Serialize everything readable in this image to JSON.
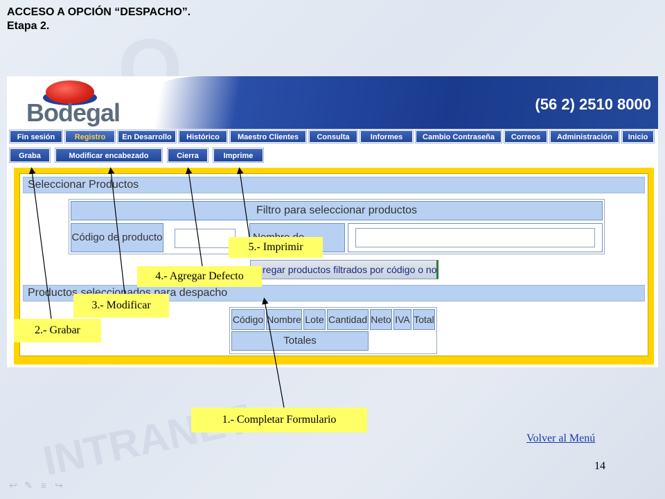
{
  "slide": {
    "title_line1": "ACCESO A OPCIÓN “DESPACHO”.",
    "title_line2": "Etapa 2.",
    "page_number": "14",
    "back_link": "Volver al Menú"
  },
  "app": {
    "logo_text": "Bodegal",
    "phone": "(56 2) 2510 8000",
    "nav": [
      "Fin sesión",
      "Registro",
      "En Desarrollo",
      "Histórico",
      "Maestro Clientes",
      "Consulta",
      "Informes",
      "Cambio Contraseña",
      "Correos",
      "Administración",
      "Inicio"
    ],
    "actions": [
      "Graba",
      "Modificar encabezado",
      "Cierra",
      "Imprime"
    ]
  },
  "form": {
    "section1_title": "Seleccionar Productos",
    "filter_title": "Filtro para seleccionar productos",
    "code_label": "Código de producto",
    "name_label": "Nombre de producto",
    "code_value": "",
    "name_value": "",
    "filter_button": "Agregar productos filtrados por código o nombre",
    "section2_title": "Productos seleccionados para despacho",
    "table_headers": [
      "Código",
      "Nombre",
      "Lote",
      "Cantidad",
      "Neto",
      "IVA",
      "Total"
    ],
    "totals_label": "Totales"
  },
  "callouts": {
    "c1": "1.- Completar Formulario",
    "c2": "2.- Grabar",
    "c3": "3.- Modificar",
    "c4": "4.- Agregar Defecto",
    "c5": "5.- Imprimir"
  },
  "colors": {
    "nav_blue": "#21479a",
    "frame_yellow": "#ffd400",
    "section_blue": "#b8d1f2",
    "callout_yellow": "#ffff66"
  }
}
